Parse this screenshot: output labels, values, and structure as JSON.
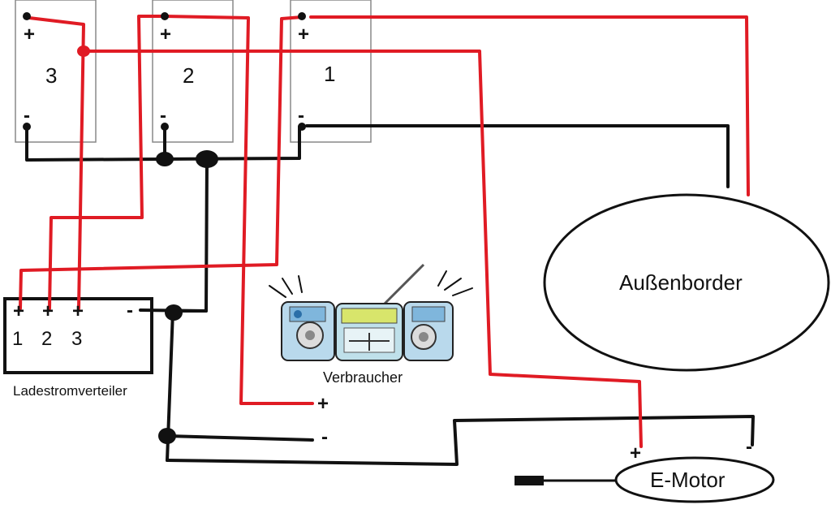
{
  "colors": {
    "positive": "#e01b24",
    "negative": "#111111",
    "battery_frame": "#888888"
  },
  "batteries": [
    {
      "number": "3",
      "plus": "+",
      "minus": "-"
    },
    {
      "number": "2",
      "plus": "+",
      "minus": "-"
    },
    {
      "number": "1",
      "plus": "+",
      "minus": "-"
    }
  ],
  "distributor": {
    "label": "Ladestromverteiler",
    "plus_symbols": [
      "+",
      "+",
      "+"
    ],
    "minus_symbol": "-",
    "channels": [
      "1",
      "2",
      "3"
    ]
  },
  "outboard": {
    "label": "Außenborder"
  },
  "consumer": {
    "label": "Verbraucher",
    "plus": "+",
    "minus": "-"
  },
  "emotor": {
    "label": "E-Motor",
    "plus": "+",
    "minus": "-"
  }
}
